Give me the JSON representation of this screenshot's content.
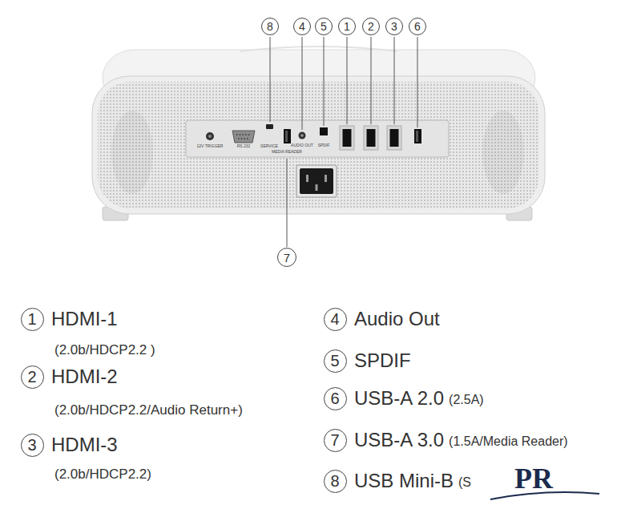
{
  "diagram": {
    "nodes": [
      {
        "text": [
          "8"
        ]
      },
      {
        "text": [
          "4"
        ]
      },
      {
        "text": [
          "5"
        ]
      },
      {
        "text": [
          "1"
        ]
      },
      {
        "text": [
          "2"
        ]
      },
      {
        "text": [
          "3"
        ]
      },
      {
        "text": [
          "6"
        ]
      },
      {
        "text": [
          "7"
        ]
      },
      {
        "text": [
          "1"
        ]
      },
      {
        "text": [
          "2"
        ]
      },
      {
        "text": [
          "3"
        ]
      },
      {
        "text": [
          "4"
        ]
      },
      {
        "text": [
          "5"
        ]
      },
      {
        "text": [
          "6"
        ]
      },
      {
        "text": [
          "7"
        ]
      },
      {
        "text": [
          "8"
        ]
      }
    ],
    "labels": [
      "HDMI-1",
      "(2.0b/HDCP2.2 )",
      "HDMI-2",
      "(2.0b/HDCP2.2/Audio Return+)",
      "HDMI-3",
      "(2.0b/HDCP2.2)",
      "Audio Out",
      "SPDIF",
      "USB-A 2.0",
      "(2.5A)",
      "USB-A 3.0",
      "(1.5A/Media Reader)",
      "USB Mini-B",
      "(S",
      "PR",
      "12V TRIGGER",
      "RS 232",
      "SERVICE",
      "MEDIA READER",
      "AUDIO OUT",
      "SPDIF"
    ]
  }
}
